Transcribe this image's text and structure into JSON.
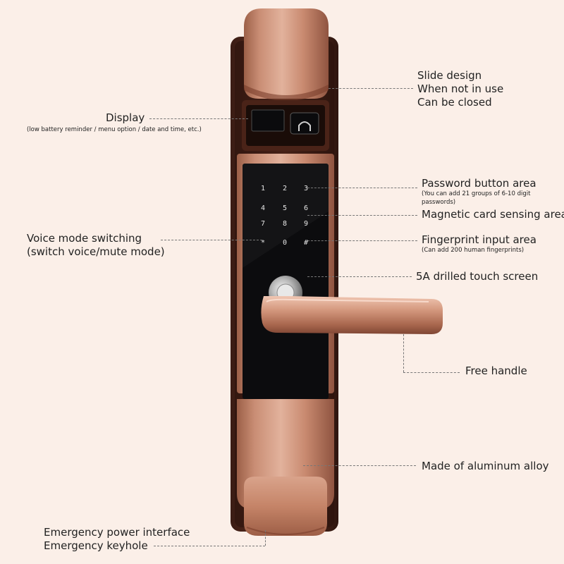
{
  "callouts": {
    "slide_design": [
      "Slide design",
      "When not in use",
      "Can be closed"
    ],
    "display": {
      "title": "Display",
      "note": "(low battery reminder / menu option / date and time, etc.)"
    },
    "password": {
      "title": "Password button area",
      "note": [
        "(You can add 21 groups of 6-10 digit",
        "passwords)"
      ]
    },
    "magnetic": "Magnetic card sensing area",
    "voice": [
      "Voice mode switching",
      "(switch voice/mute mode)"
    ],
    "fingerprint": {
      "title": "Fingerprint input area",
      "note": "(Can add 200 human fingerprints)"
    },
    "touchscreen": "5A drilled touch screen",
    "handle": "Free handle",
    "alloy": "Made of aluminum alloy",
    "emergency": [
      "Emergency power interface",
      "Emergency keyhole"
    ]
  },
  "keypad": {
    "keys": [
      "1",
      "2",
      "3",
      "4",
      "5",
      "6",
      "7",
      "8",
      "9",
      "*",
      "0",
      "#"
    ]
  },
  "colors": {
    "background": "#fbefe8",
    "rose_gold": "#c6896f",
    "panel": "#0c0c0e",
    "key_glyph": "#e6e6e6"
  }
}
